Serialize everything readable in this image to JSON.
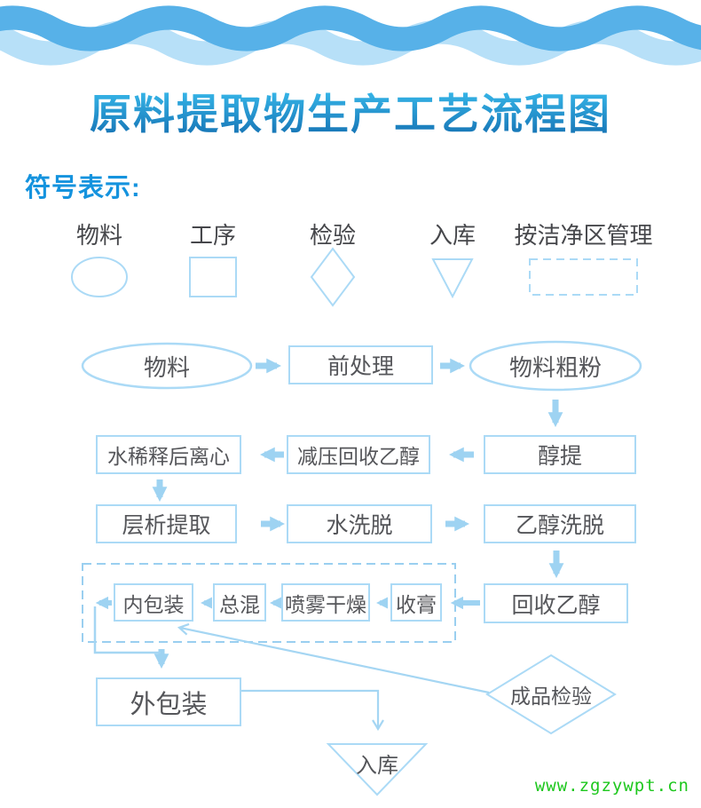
{
  "header": {
    "title": "原料提取物生产工艺流程图",
    "legend_heading": "符号表示:"
  },
  "legend": {
    "items": [
      {
        "label": "物料",
        "shape": "ellipse"
      },
      {
        "label": "工序",
        "shape": "rectangle"
      },
      {
        "label": "检验",
        "shape": "diamond"
      },
      {
        "label": "入库",
        "shape": "triangle-down"
      },
      {
        "label": "按洁净区管理",
        "shape": "dashed-rectangle"
      }
    ]
  },
  "flow": {
    "nodes": {
      "wuliao": "物料",
      "qianchuli": "前处理",
      "wuliaocufen": "物料粗粉",
      "shuixishi": "水稀释后离心",
      "jianya": "减压回收乙醇",
      "chunti": "醇提",
      "cengxi": "层析提取",
      "shuixituo": "水洗脱",
      "yichunxituo": "乙醇洗脱",
      "neibaozhuang": "内包装",
      "zonghun": "总混",
      "penwu": "喷雾干燥",
      "shougao": "收膏",
      "huishou": "回收乙醇",
      "waibaozhuang": "外包装",
      "chengpin": "成品检验",
      "ruku": "入库"
    }
  },
  "watermark": "www.zgzywpt.cn",
  "colors": {
    "wave_dark": "#57B1E8",
    "wave_light": "#B7E0F8",
    "title_gradient_top": "#3EC6F5",
    "title_gradient_bottom": "#1673B4",
    "legend_heading": "#1593DE",
    "shape_stroke": "#ABDAF6",
    "arrow": "#9ED3F2",
    "node_text": "#55565A",
    "watermark_green": "#1DC71D"
  }
}
